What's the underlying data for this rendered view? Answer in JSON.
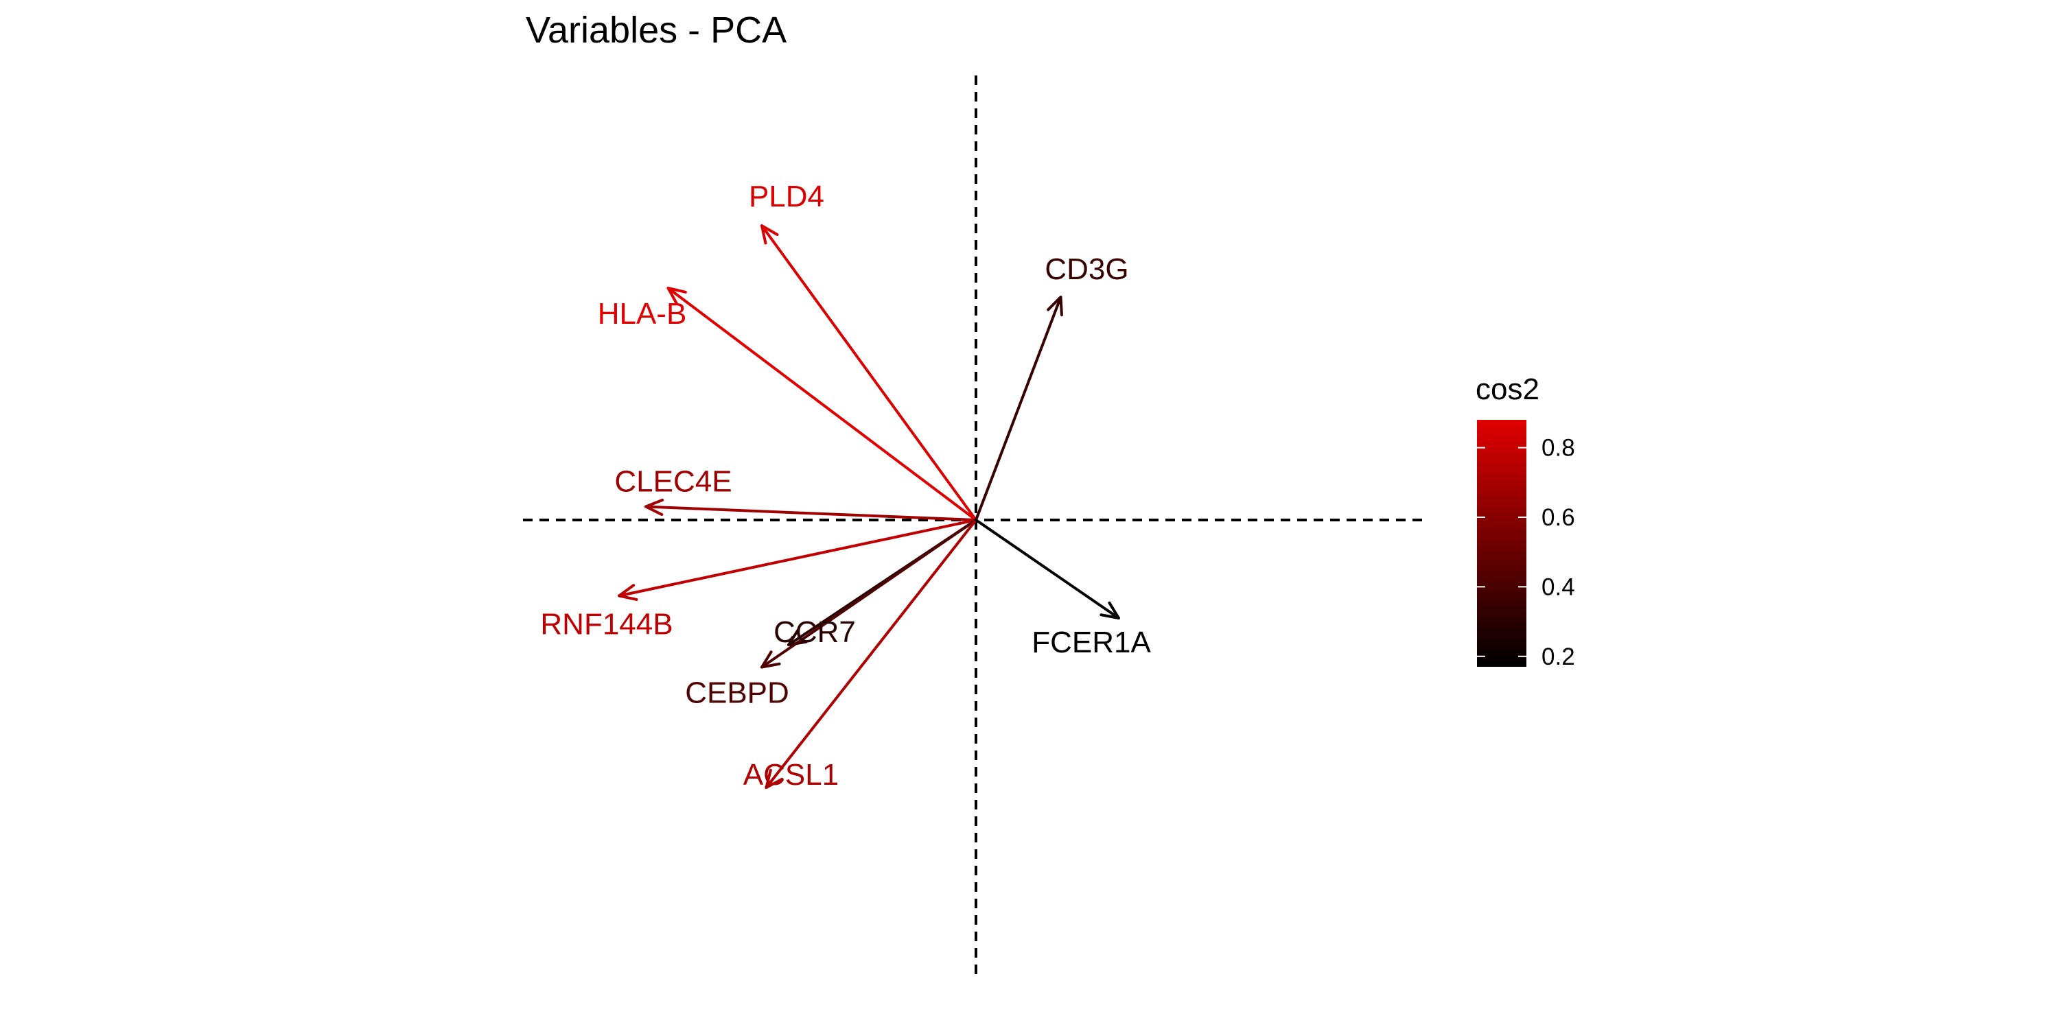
{
  "chart_data": {
    "type": "scatter",
    "title": "Variables - PCA",
    "xlim": [
      -1.0,
      1.0
    ],
    "ylim": [
      -1.0,
      1.0
    ],
    "grid": false,
    "reference_lines": {
      "x": 0,
      "y": 0,
      "style": "dashed"
    },
    "legend": {
      "title": "cos2",
      "placement": "right",
      "range": [
        0.17,
        0.88
      ],
      "ticks": [
        0.2,
        0.4,
        0.6,
        0.8
      ],
      "tick_labels": [
        "0.2",
        "0.4",
        "0.6",
        "0.8"
      ],
      "color_low": "#000000",
      "color_high": "#e00000"
    },
    "variables": [
      {
        "name": "PLD4",
        "x": -0.48,
        "y": 0.66,
        "cos2": 0.86
      },
      {
        "name": "HLA-B",
        "x": -0.69,
        "y": 0.52,
        "cos2": 0.88
      },
      {
        "name": "CD3G",
        "x": 0.19,
        "y": 0.5,
        "cos2": 0.35
      },
      {
        "name": "CLEC4E",
        "x": -0.74,
        "y": 0.03,
        "cos2": 0.68
      },
      {
        "name": "RNF144B",
        "x": -0.8,
        "y": -0.17,
        "cos2": 0.78
      },
      {
        "name": "CCR7",
        "x": -0.42,
        "y": -0.28,
        "cos2": 0.3
      },
      {
        "name": "CEBPD",
        "x": -0.48,
        "y": -0.33,
        "cos2": 0.42
      },
      {
        "name": "ACSL1",
        "x": -0.47,
        "y": -0.6,
        "cos2": 0.72
      },
      {
        "name": "FCER1A",
        "x": 0.32,
        "y": -0.22,
        "cos2": 0.17
      }
    ]
  }
}
